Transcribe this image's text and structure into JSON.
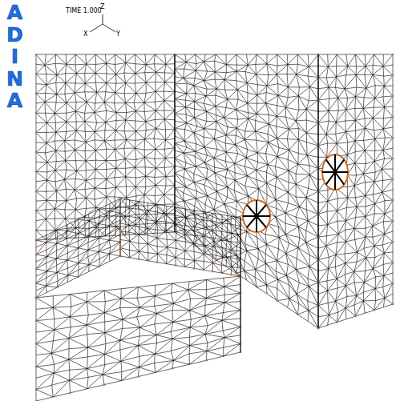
{
  "diagram": {
    "labels": [
      "ADINA",
      "TIME 1.000",
      "Z",
      "X",
      "Y"
    ]
  }
}
